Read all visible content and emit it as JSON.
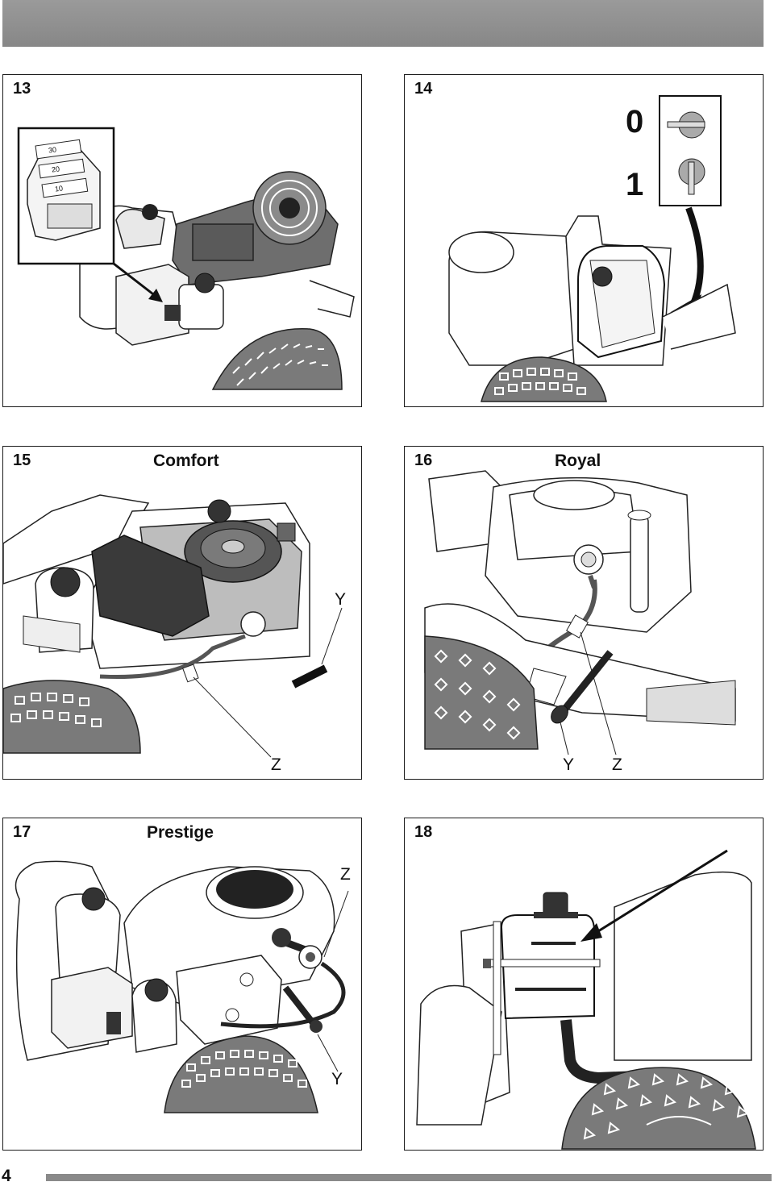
{
  "figures": [
    {
      "number": "13",
      "title": ""
    },
    {
      "number": "14",
      "title": "",
      "switch_labels": [
        "0",
        "1"
      ]
    },
    {
      "number": "15",
      "title": "Comfort",
      "callouts": [
        "Y",
        "Z"
      ]
    },
    {
      "number": "16",
      "title": "Royal",
      "callouts": [
        "Y",
        "Z"
      ]
    },
    {
      "number": "17",
      "title": "Prestige",
      "callouts": [
        "Z",
        "Y"
      ]
    },
    {
      "number": "18",
      "title": ""
    }
  ],
  "fuse_labels": [
    "30",
    "20",
    "10"
  ],
  "page_number": "4"
}
